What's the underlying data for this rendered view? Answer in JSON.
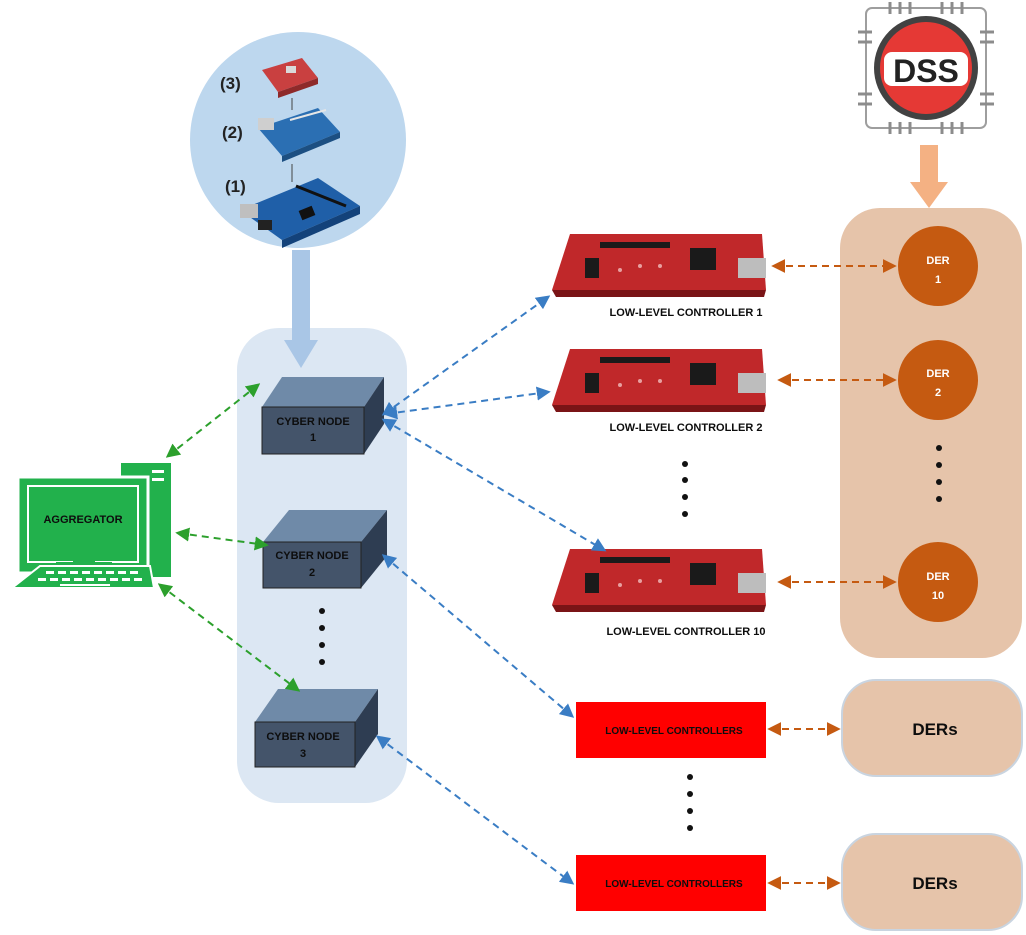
{
  "colors": {
    "cyber_panel": "#dce7f3",
    "cyber_box_front": "#44546a",
    "der_panel": "#e6c4aa",
    "der_circle": "#c55a11",
    "llc_red": "#ff0000",
    "board_red": "#c0282a",
    "aggregator_green": "#22b14c",
    "arrow_green": "#2ca02c",
    "arrow_blue": "#3a7dc4",
    "arrow_orange": "#c55a11",
    "stack_circle": "#bdd7ee",
    "dss_red": "#e53935"
  },
  "stack": {
    "label_3": "(3)",
    "label_2": "(2)",
    "label_1": "(1)"
  },
  "dss": {
    "label": "DSS",
    "icon": "chip-icon"
  },
  "aggregator": {
    "label": "AGGREGATOR",
    "icon": "computer-icon"
  },
  "cyber_nodes": [
    {
      "line1": "CYBER NODE",
      "line2": "1"
    },
    {
      "line1": "CYBER NODE",
      "line2": "2"
    },
    {
      "line1": "CYBER NODE",
      "line2": "3"
    }
  ],
  "controllers": [
    {
      "label": "LOW-LEVEL CONTROLLER 1"
    },
    {
      "label": "LOW-LEVEL CONTROLLER 2"
    },
    {
      "label": "LOW-LEVEL CONTROLLER 10"
    }
  ],
  "ders": [
    {
      "line1": "DER",
      "line2": "1"
    },
    {
      "line1": "DER",
      "line2": "2"
    },
    {
      "line1": "DER",
      "line2": "10"
    }
  ],
  "llc_boxes": [
    {
      "label": "LOW-LEVEL CONTROLLERS"
    },
    {
      "label": "LOW-LEVEL CONTROLLERS"
    }
  ],
  "der_groups": [
    {
      "label": "DERs"
    },
    {
      "label": "DERs"
    }
  ]
}
